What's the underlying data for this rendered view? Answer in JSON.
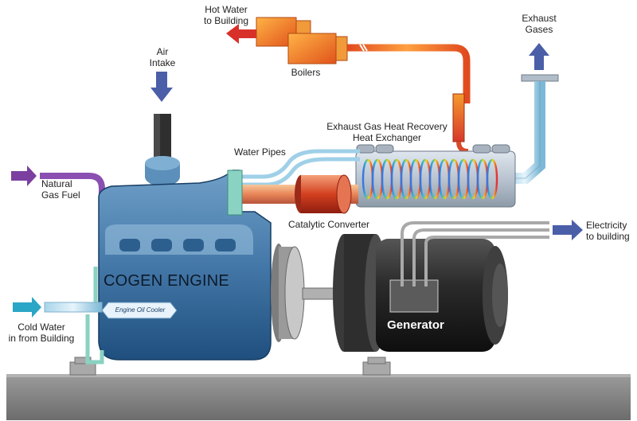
{
  "labels": {
    "hot_water": [
      "Hot Water",
      "to Building"
    ],
    "boilers": "Boilers",
    "exhaust_gases": [
      "Exhaust",
      "Gases"
    ],
    "air_intake": [
      "Air",
      "Intake"
    ],
    "heat_exchanger": [
      "Exhaust Gas Heat Recovery",
      "Heat Exchanger"
    ],
    "water_pipes": "Water Pipes",
    "natural_gas": [
      "Natural",
      "Gas Fuel"
    ],
    "catalytic_converter": "Catalytic Converter",
    "electricity": [
      "Electricity",
      "to building"
    ],
    "cogen_engine": "COGEN ENGINE",
    "engine_oil_cooler": "Engine Oil Cooler",
    "cold_water": [
      "Cold Water",
      "in from Building"
    ],
    "generator": "Generator"
  },
  "colors": {
    "engine_blue": "#3f77a6",
    "arrow_red": "#d8312a",
    "arrow_blue": "#4b5fa8",
    "arrow_purple": "#7b3fa0",
    "arrow_cyan": "#2aa6c6",
    "boiler_orange": "#f07a1c",
    "generator_dark": "#2a2a2a",
    "base_grey": "#8a8a8a"
  }
}
